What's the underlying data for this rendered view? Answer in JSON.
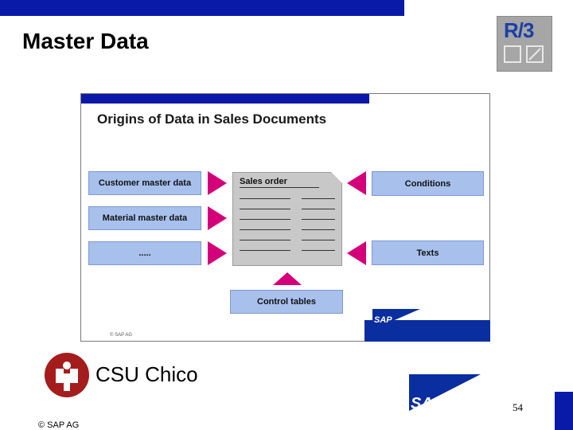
{
  "page": {
    "title": "Master Data",
    "r3_logo_text": "R/3",
    "org_name": "CSU Chico",
    "page_number": "54",
    "copyright": "SAP AG",
    "sap_logo_text": "SAP"
  },
  "slide": {
    "title": "Origins of Data in Sales Documents",
    "left_boxes": [
      "Customer master data",
      "Material master data",
      "....."
    ],
    "right_boxes": [
      "Conditions",
      "Texts"
    ],
    "document_title": "Sales order",
    "bottom_box": "Control tables",
    "footer": "SAP AG",
    "sap_logo_text": "SAP"
  },
  "colors": {
    "brand_blue": "#0a1aa8",
    "box_blue": "#a7c0ec",
    "arrow_magenta": "#d4007a",
    "doc_gray": "#c8c8c8",
    "csu_red": "#a51c1c"
  },
  "icons": [
    "r3-logo",
    "sap-logo",
    "csu-logo-icon",
    "copyright-icon",
    "arrow-right-icon",
    "arrow-left-icon",
    "arrow-up-icon"
  ]
}
